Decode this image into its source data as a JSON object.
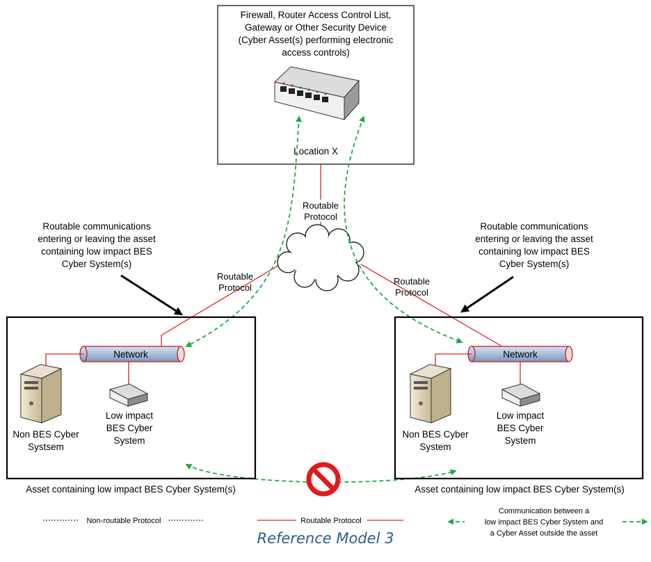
{
  "location": {
    "title_lines": [
      "Firewall, Router Access Control List,",
      "Gateway or Other Security Device",
      "(Cyber Asset(s) performing electronic",
      "access controls)"
    ],
    "label": "Location X"
  },
  "protocols": {
    "top": [
      "Routable",
      "Protocol"
    ],
    "left": [
      "Routable",
      "Protocol"
    ],
    "right": [
      "Routable",
      "Protocol"
    ]
  },
  "annotations": {
    "left": [
      "Routable communications",
      "entering or leaving the asset",
      "containing low impact BES",
      "Cyber System(s)"
    ],
    "right": [
      "Routable communications",
      "entering or leaving the asset",
      "containing low impact BES",
      "Cyber System(s)"
    ]
  },
  "assets": {
    "left": {
      "network_label": "Network",
      "server_label": [
        "Non BES Cyber",
        "Systsem"
      ],
      "device_label": [
        "Low impact",
        "BES Cyber",
        "System"
      ],
      "caption": "Asset containing low impact BES Cyber System(s)"
    },
    "right": {
      "network_label": "Network",
      "server_label": [
        "Non BES Cyber",
        "System"
      ],
      "device_label": [
        "Low impact",
        "BES Cyber",
        "System"
      ],
      "caption": "Asset containing low impact BES Cyber System(s)"
    }
  },
  "legend": {
    "nonroutable": "Non-routable Protocol",
    "routable": "Routable Protocol",
    "communication": [
      "Communication between a",
      "low impact BES Cyber System and",
      "a Cyber Asset outside the asset"
    ]
  },
  "caption": "Reference Model 3",
  "colors": {
    "routable_line": "#e02020",
    "communication_arrow": "#1faa4a",
    "prohibited": "#e01b1b",
    "network_pipe": "#a8bfdc",
    "caption": "#2e5a8f"
  }
}
